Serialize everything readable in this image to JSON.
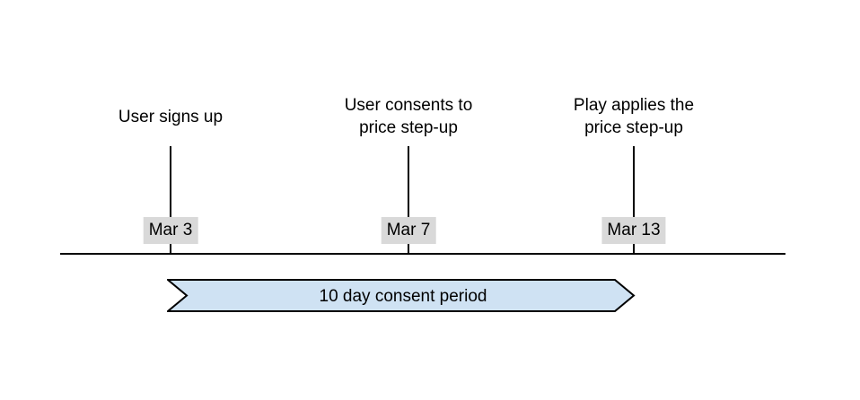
{
  "page": {
    "background": "#ffffff"
  },
  "events": [
    {
      "title": "User signs up",
      "date": "Mar 3"
    },
    {
      "title": "User consents to\nprice step-up",
      "date": "Mar 7"
    },
    {
      "title": "Play applies the\nprice step-up",
      "date": "Mar 13"
    }
  ],
  "period_banner": {
    "label": "10 day consent period",
    "fill": "#cfe2f3",
    "border": "#000000"
  },
  "colors": {
    "text": "#000000",
    "line": "#000000",
    "date_label_bg": "#d9d9d9"
  }
}
